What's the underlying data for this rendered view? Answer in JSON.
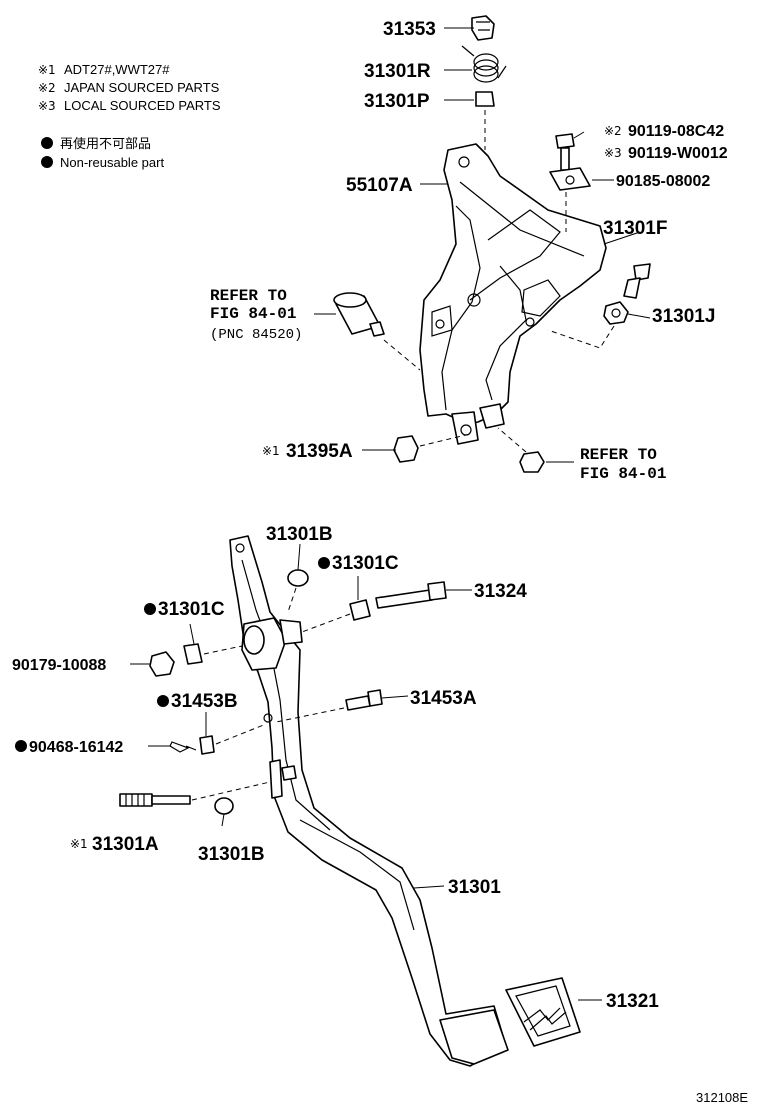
{
  "legend": {
    "note1_mark": "※1",
    "note1_text": "ADT27#,WWT27#",
    "note2_mark": "※2",
    "note2_text": "JAPAN SOURCED PARTS",
    "note3_mark": "※3",
    "note3_text": "LOCAL SOURCED PARTS",
    "nonreusable_jp": "再使用不可部品",
    "nonreusable_en": "Non-reusable part"
  },
  "callouts": {
    "p31353": "31353",
    "p31301R": "31301R",
    "p31301P": "31301P",
    "p90119_08C42_mark": "※2",
    "p90119_08C42": "90119-08C42",
    "p90119_W0012_mark": "※3",
    "p90119_W0012": "90119-W0012",
    "p55107A": "55107A",
    "p90185_08002": "90185-08002",
    "p31301F": "31301F",
    "p31301J": "31301J",
    "ref1_line1": "REFER TO",
    "ref1_line2": "FIG 84-01",
    "ref1_line3": "(PNC 84520)",
    "p31395A_mark": "※1",
    "p31395A": "31395A",
    "ref2_line1": "REFER TO",
    "ref2_line2": "FIG 84-01",
    "p31301B_top": "31301B",
    "p31301C_right": "31301C",
    "p31324": "31324",
    "p31301C_left": "31301C",
    "p90179_10088": "90179-10088",
    "p31453B": "31453B",
    "p31453A": "31453A",
    "p90468_16142": "90468-16142",
    "p31301A_mark": "※1",
    "p31301A": "31301A",
    "p31301B_bottom": "31301B",
    "p31301": "31301",
    "p31321": "31321"
  },
  "illustration_code": "312108E"
}
